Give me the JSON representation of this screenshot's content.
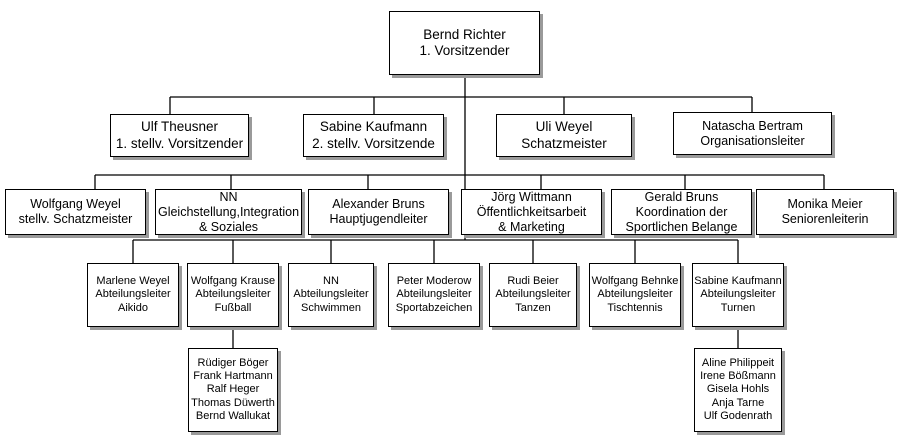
{
  "chairman": {
    "name": "Bernd Richter",
    "role": "1. Vorsitzender"
  },
  "board": [
    {
      "name": "Ulf Theusner",
      "role": "1. stellv. Vorsitzender"
    },
    {
      "name": "Sabine Kaufmann",
      "role": "2. stellv. Vorsitzende"
    },
    {
      "name": "Uli Weyel",
      "role": "Schatzmeister"
    },
    {
      "name": "Natascha Bertram",
      "role": "Organisationsleiter"
    }
  ],
  "officers": [
    {
      "lines": [
        "Wolfgang Weyel",
        "stellv. Schatzmeister"
      ]
    },
    {
      "lines": [
        "NN",
        "Gleichstellung,Integration",
        "& Soziales"
      ]
    },
    {
      "lines": [
        "Alexander Bruns",
        "Hauptjugendleiter"
      ]
    },
    {
      "lines": [
        "Jörg Wittmann",
        "Öffentlichkeitsarbeit",
        "& Marketing"
      ]
    },
    {
      "lines": [
        "Gerald Bruns",
        "Koordination der",
        "Sportlichen Belange"
      ]
    },
    {
      "lines": [
        "Monika Meier",
        "Seniorenleiterin"
      ]
    }
  ],
  "departments": [
    {
      "lines": [
        "Marlene Weyel",
        "Abteilungsleiter",
        "Aikido"
      ]
    },
    {
      "lines": [
        "Wolfgang Krause",
        "Abteilungsleiter",
        "Fußball"
      ]
    },
    {
      "lines": [
        "NN",
        "Abteilungsleiter",
        "Schwimmen"
      ]
    },
    {
      "lines": [
        "Peter Moderow",
        "Abteilungsleiter",
        "Sportabzeichen"
      ]
    },
    {
      "lines": [
        "Rudi Beier",
        "Abteilungsleiter",
        "Tanzen"
      ]
    },
    {
      "lines": [
        "Wolfgang Behnke",
        "Abteilungsleiter",
        "Tischtennis"
      ]
    },
    {
      "lines": [
        "Sabine Kaufmann",
        "Abteilungsleiter",
        "Turnen"
      ]
    }
  ],
  "football_members": [
    "Rüdiger Böger",
    "Frank Hartmann",
    "Ralf Heger",
    "Thomas Düwerth",
    "Bernd Wallukat"
  ],
  "gymnastics_members": [
    "Aline Philippeit",
    "Irene Bößmann",
    "Gisela Hohls",
    "Anja Tarne",
    "Ulf Godenrath"
  ]
}
